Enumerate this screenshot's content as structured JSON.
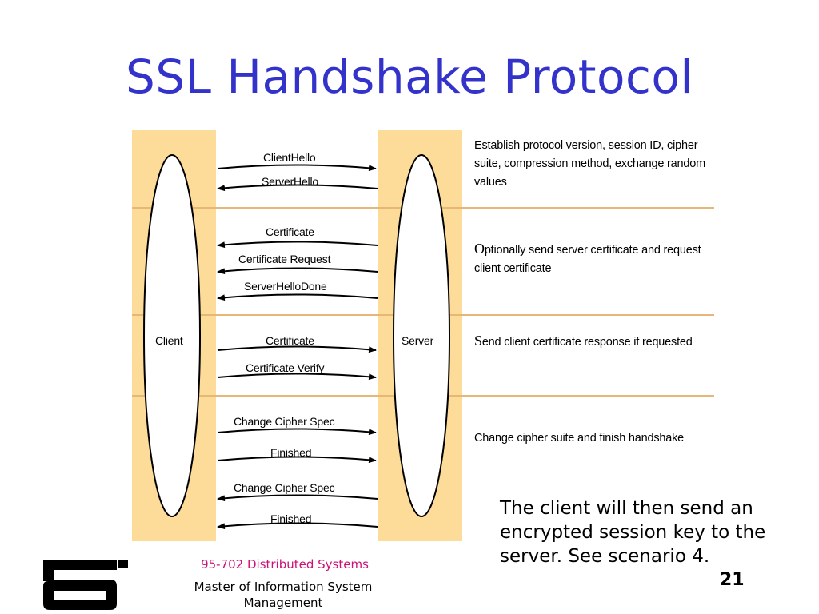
{
  "slide": {
    "title": "SSL Handshake Protocol",
    "note": "The client will then send an encrypted session key to the server. See scenario 4.",
    "page_number": "21"
  },
  "footer": {
    "course": "95-702 Distributed Systems",
    "program": "Master of Information System Management"
  },
  "diagram": {
    "client_label": "Client",
    "server_label": "Server",
    "colors": {
      "band": "#fddb99",
      "divider": "#e7b777",
      "title": "#3333cc"
    },
    "messages": [
      {
        "label": "ClientHello",
        "direction": "client-to-server"
      },
      {
        "label": "ServerHello",
        "direction": "server-to-client"
      },
      {
        "label": "Certificate",
        "direction": "server-to-client"
      },
      {
        "label": "Certificate Request",
        "direction": "server-to-client"
      },
      {
        "label": "ServerHelloDone",
        "direction": "server-to-client"
      },
      {
        "label": "Certificate",
        "direction": "client-to-server"
      },
      {
        "label": "Certificate Verify",
        "direction": "client-to-server"
      },
      {
        "label": "Change Cipher Spec",
        "direction": "client-to-server"
      },
      {
        "label": "Finished",
        "direction": "client-to-server"
      },
      {
        "label": "Change Cipher Spec",
        "direction": "server-to-client"
      },
      {
        "label": "Finished",
        "direction": "server-to-client"
      }
    ],
    "phases": [
      {
        "first": "",
        "rest": "Establish protocol version, session ID, cipher suite, compression method, exchange random values"
      },
      {
        "first": "O",
        "rest": "ptionally send server certificate and request client certificate"
      },
      {
        "first": "S",
        "rest": "end client certificate response if requested"
      },
      {
        "first": "",
        "rest": "Change cipher suite and finish handshake"
      }
    ]
  }
}
